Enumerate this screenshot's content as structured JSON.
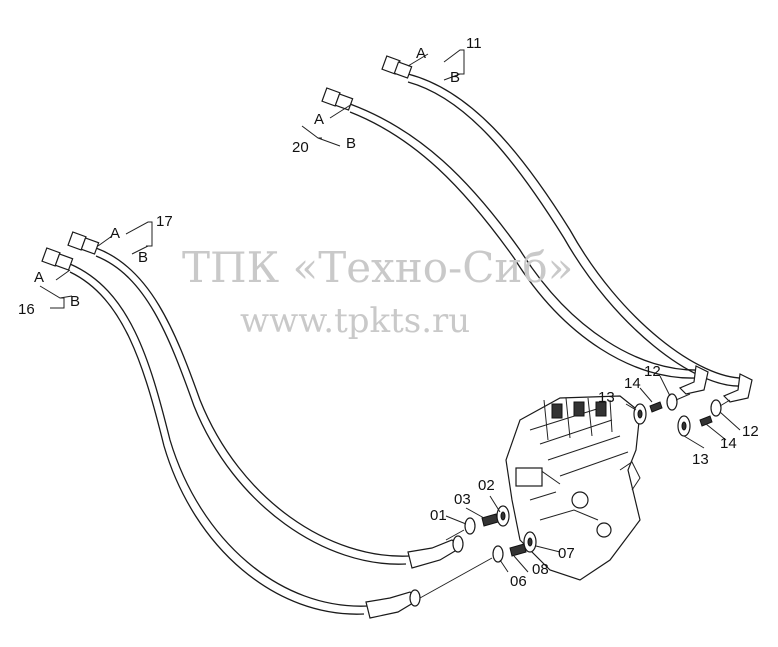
{
  "watermark": {
    "line1": "ТПК «Техно-Сиб»",
    "line2": "www.tpkts.ru"
  },
  "labels": {
    "a11": "A",
    "b11": "B",
    "n11": "11",
    "a20": "A",
    "b20": "B",
    "n20": "20",
    "a17": "A",
    "b17": "B",
    "n17": "17",
    "a16": "A",
    "b16": "B",
    "n16": "16",
    "p01": "01",
    "p02": "02",
    "p03": "03",
    "p06": "06",
    "p07": "07",
    "p08": "08",
    "p12a": "12",
    "p12b": "12",
    "p13a": "13",
    "p13b": "13",
    "p14a": "14",
    "p14b": "14"
  },
  "colors": {
    "line": "#1a1a1a",
    "watermark": "#c9c9c9"
  }
}
